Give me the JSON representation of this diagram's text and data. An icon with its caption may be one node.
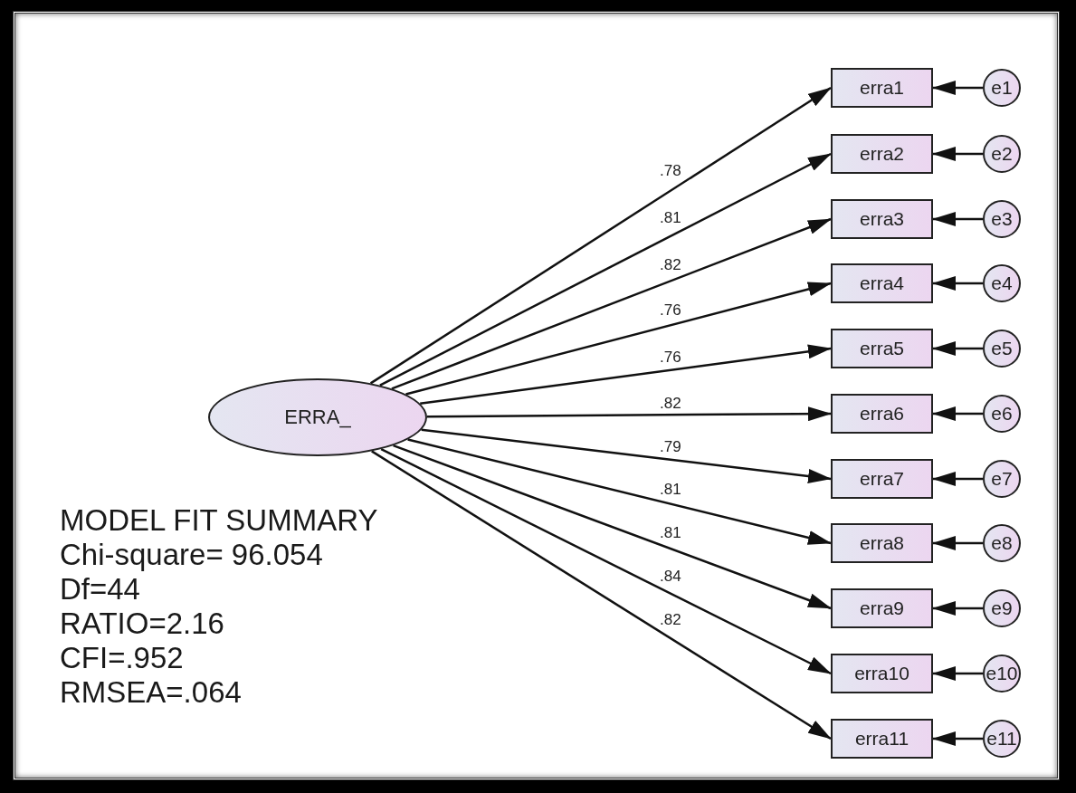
{
  "diagram": {
    "nodes": [
      {
        "text": [
          "ERRA_"
        ]
      },
      {
        "text": [
          "erra1"
        ]
      },
      {
        "text": [
          "erra2"
        ]
      },
      {
        "text": [
          "erra3"
        ]
      },
      {
        "text": [
          "erra4"
        ]
      },
      {
        "text": [
          "erra5"
        ]
      },
      {
        "text": [
          "erra6"
        ]
      },
      {
        "text": [
          "erra7"
        ]
      },
      {
        "text": [
          "erra8"
        ]
      },
      {
        "text": [
          "erra9"
        ]
      },
      {
        "text": [
          "erra10"
        ]
      },
      {
        "text": [
          "erra11"
        ]
      },
      {
        "text": [
          "e1"
        ]
      },
      {
        "text": [
          "e2"
        ]
      },
      {
        "text": [
          "e3"
        ]
      },
      {
        "text": [
          "e4"
        ]
      },
      {
        "text": [
          "e5"
        ]
      },
      {
        "text": [
          "e6"
        ]
      },
      {
        "text": [
          "e7"
        ]
      },
      {
        "text": [
          "e8"
        ]
      },
      {
        "text": [
          "e9"
        ]
      },
      {
        "text": [
          "e10"
        ]
      },
      {
        "text": [
          "e11"
        ]
      }
    ],
    "edges": [
      {
        "from": 0,
        "to": 1,
        "arrow": "to",
        "label": ".78"
      },
      {
        "from": 0,
        "to": 2,
        "arrow": "to",
        "label": ".81"
      },
      {
        "from": 0,
        "to": 3,
        "arrow": "to",
        "label": ".82"
      },
      {
        "from": 0,
        "to": 4,
        "arrow": "to",
        "label": ".76"
      },
      {
        "from": 0,
        "to": 5,
        "arrow": "to",
        "label": ".76"
      },
      {
        "from": 0,
        "to": 6,
        "arrow": "to",
        "label": ".82"
      },
      {
        "from": 0,
        "to": 7,
        "arrow": "to",
        "label": ".79"
      },
      {
        "from": 0,
        "to": 8,
        "arrow": "to",
        "label": ".81"
      },
      {
        "from": 0,
        "to": 9,
        "arrow": "to",
        "label": ".81"
      },
      {
        "from": 0,
        "to": 10,
        "arrow": "to",
        "label": ".84"
      },
      {
        "from": 0,
        "to": 11,
        "arrow": "to",
        "label": ".82"
      },
      {
        "from": 12,
        "to": 1,
        "arrow": "to"
      },
      {
        "from": 13,
        "to": 2,
        "arrow": "to"
      },
      {
        "from": 14,
        "to": 3,
        "arrow": "to"
      },
      {
        "from": 15,
        "to": 4,
        "arrow": "to"
      },
      {
        "from": 16,
        "to": 5,
        "arrow": "to"
      },
      {
        "from": 17,
        "to": 6,
        "arrow": "to"
      },
      {
        "from": 18,
        "to": 7,
        "arrow": "to"
      },
      {
        "from": 19,
        "to": 8,
        "arrow": "to"
      },
      {
        "from": 20,
        "to": 9,
        "arrow": "to"
      },
      {
        "from": 21,
        "to": 10,
        "arrow": "to"
      },
      {
        "from": 22,
        "to": 11,
        "arrow": "to"
      }
    ],
    "labels": [
      "MODEL FIT SUMMARY",
      "Chi-square=  96.054",
      "Df=44",
      "RATIO=2.16",
      "CFI=.952",
      "RMSEA=.064"
    ]
  }
}
